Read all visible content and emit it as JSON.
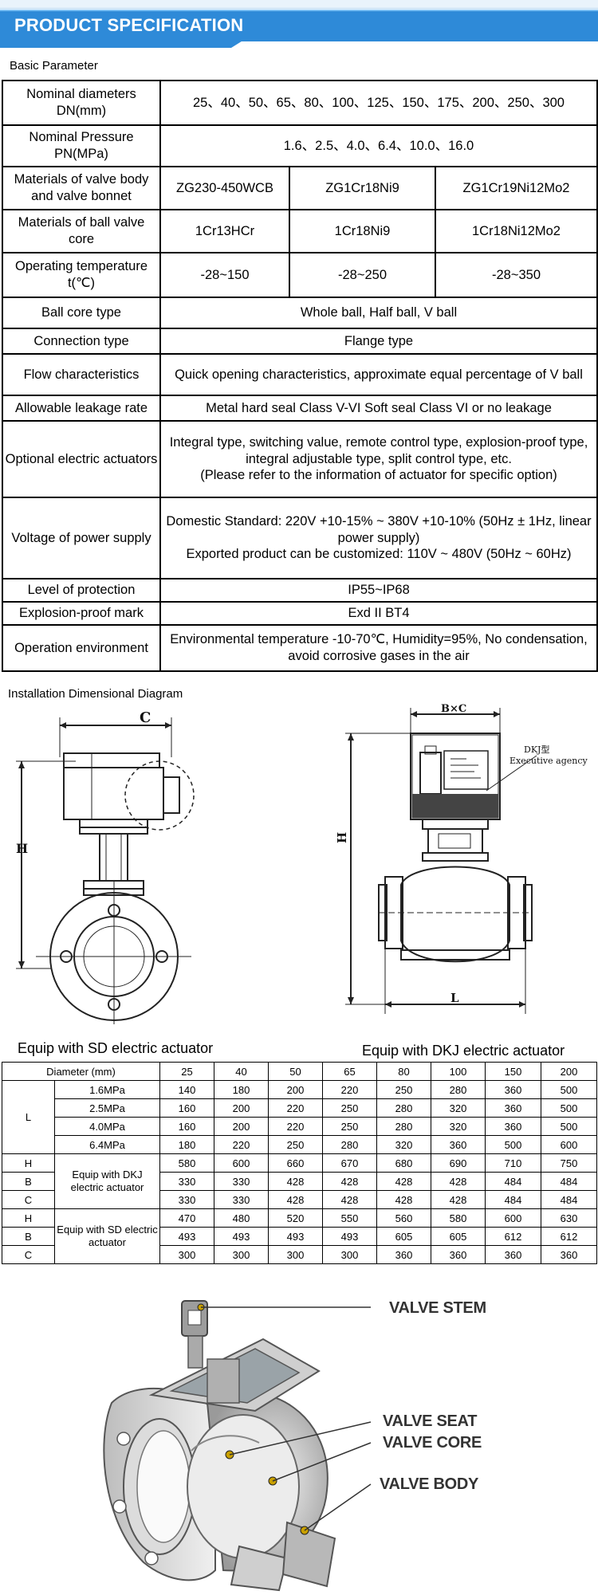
{
  "banner": {
    "title": "PRODUCT SPECIFICATION"
  },
  "basic_label": "Basic Parameter",
  "spec": {
    "nominal_diameters_label": "Nominal diameters DN(mm)",
    "nominal_diameters_value": "25、40、50、65、80、100、125、150、175、200、250、300",
    "nominal_pressure_label": "Nominal Pressure PN(MPa)",
    "nominal_pressure_value": "1.6、2.5、4.0、6.4、10.0、16.0",
    "body_label": "Materials of valve body and valve bonnet",
    "body_values": [
      "ZG230-450WCB",
      "ZG1Cr18Ni9",
      "ZG1Cr19Ni12Mo2"
    ],
    "core_label": "Materials of ball valve core",
    "core_values": [
      "1Cr13HCr",
      "1Cr18Ni9",
      "1Cr18Ni12Mo2"
    ],
    "temp_label": "Operating temperature t(℃)",
    "temp_values": [
      "-28~150",
      "-28~250",
      "-28~350"
    ],
    "ball_core_label": "Ball core type",
    "ball_core_value": "Whole ball, Half ball, V ball",
    "connection_label": "Connection type",
    "connection_value": "Flange type",
    "flow_label": "Flow characteristics",
    "flow_value": "Quick opening characteristics, approximate equal percentage of V ball",
    "leakage_label": "Allowable leakage rate",
    "leakage_value": "Metal hard seal Class V-VI Soft seal Class VI or no leakage",
    "actuators_label": "Optional electric actuators",
    "actuators_line1": "Integral type, switching value, remote control type, explosion-proof type, integral adjustable type, split control type, etc.",
    "actuators_line2": "(Please refer to the information of actuator for specific option)",
    "voltage_label": "Voltage of power supply",
    "voltage_line1": "Domestic Standard: 220V +10-15% ~ 380V +10-10% (50Hz ± 1Hz, linear power supply)",
    "voltage_line2": "Exported product can be customized: 110V ~ 480V (50Hz ~ 60Hz)",
    "protection_label": "Level of protection",
    "protection_value": "IP55~IP68",
    "explosion_label": "Explosion-proof mark",
    "explosion_value": "Exd II BT4",
    "environment_label": "Operation environment",
    "environment_value": "Environmental temperature -10-70℃, Humidity=95%, No condensation, avoid corrosive gases in the air"
  },
  "install_label": "Installation Dimensional Diagram",
  "diagram_labels": {
    "c": "C",
    "h": "H",
    "bxc": "B×C",
    "l": "L",
    "dkj_type": "DKJ型",
    "dkj_agency": "Executive agency"
  },
  "captions": {
    "sd": "Equip with SD electric actuator",
    "dkj": "Equip with DKJ electric actuator"
  },
  "dims": {
    "diameter_label": "Diameter (mm)",
    "diameters": [
      "25",
      "40",
      "50",
      "65",
      "80",
      "100",
      "150",
      "200"
    ],
    "l_label": "L",
    "l_rows": [
      {
        "p": "1.6MPa",
        "v": [
          "140",
          "180",
          "200",
          "220",
          "250",
          "280",
          "360",
          "500"
        ]
      },
      {
        "p": "2.5MPa",
        "v": [
          "160",
          "200",
          "220",
          "250",
          "280",
          "320",
          "360",
          "500"
        ]
      },
      {
        "p": "4.0MPa",
        "v": [
          "160",
          "200",
          "220",
          "250",
          "280",
          "320",
          "360",
          "500"
        ]
      },
      {
        "p": "6.4MPa",
        "v": [
          "180",
          "220",
          "250",
          "280",
          "320",
          "360",
          "500",
          "600"
        ]
      }
    ],
    "dkj_group": "Equip with DKJ electric actuator",
    "dkj_rows": [
      {
        "k": "H",
        "v": [
          "580",
          "600",
          "660",
          "670",
          "680",
          "690",
          "710",
          "750"
        ]
      },
      {
        "k": "B",
        "v": [
          "330",
          "330",
          "428",
          "428",
          "428",
          "428",
          "484",
          "484"
        ]
      },
      {
        "k": "C",
        "v": [
          "330",
          "330",
          "428",
          "428",
          "428",
          "428",
          "484",
          "484"
        ]
      }
    ],
    "sd_group": "Equip with SD electric actuator",
    "sd_rows": [
      {
        "k": "H",
        "v": [
          "470",
          "480",
          "520",
          "550",
          "560",
          "580",
          "600",
          "630"
        ]
      },
      {
        "k": "B",
        "v": [
          "493",
          "493",
          "493",
          "493",
          "605",
          "605",
          "612",
          "612"
        ]
      },
      {
        "k": "C",
        "v": [
          "300",
          "300",
          "300",
          "300",
          "360",
          "360",
          "360",
          "360"
        ]
      }
    ]
  },
  "callouts": {
    "stem": "VALVE STEM",
    "seat": "VALVE SEAT",
    "core": "VALVE CORE",
    "body": "VALVE BODY"
  }
}
